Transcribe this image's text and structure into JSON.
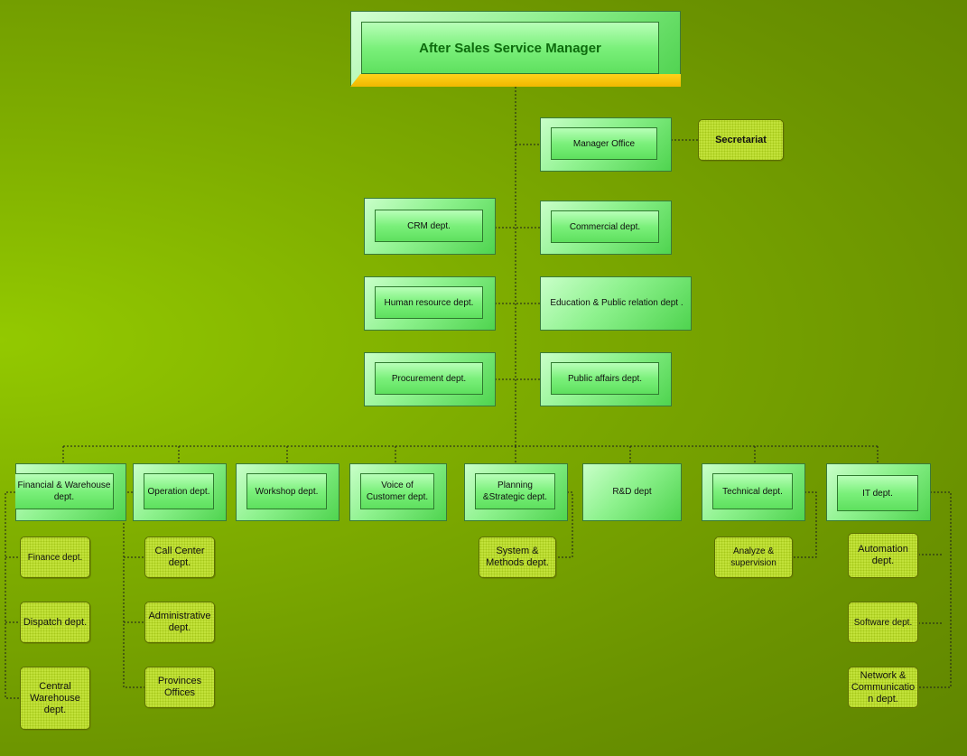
{
  "title": "After Sales Service Manager",
  "manager_office": "Manager Office",
  "secretariat": "Secretariat",
  "departments_upper": [
    "CRM dept.",
    "Commercial dept.",
    "Human resource dept.",
    "Education & Public relation dept .",
    "Procurement dept.",
    "Public affairs dept."
  ],
  "departments_lower": [
    "Financial & Warehouse dept.",
    "Operation dept.",
    "Workshop dept.",
    "Voice of Customer dept.",
    "Planning &Strategic dept.",
    "R&D dept",
    "Technical dept.",
    "IT dept."
  ],
  "sub_units": {
    "financial": [
      "Finance dept.",
      "Dispatch dept.",
      "Central Warehouse dept."
    ],
    "operation": [
      "Call Center dept.",
      "Administrative dept.",
      "Provinces Offices"
    ],
    "planning": [
      "System & Methods dept."
    ],
    "technical": [
      "Analyze & supervision"
    ],
    "it": [
      "Automation dept.",
      "Software dept.",
      "Network & Communicatio n dept."
    ]
  },
  "colors": {
    "background": "#7fae00",
    "box_fill": "#7bf07b",
    "sub_fill": "#c2e23a",
    "accent_gold": "#f0b800",
    "title_text": "#0d6b0d"
  }
}
